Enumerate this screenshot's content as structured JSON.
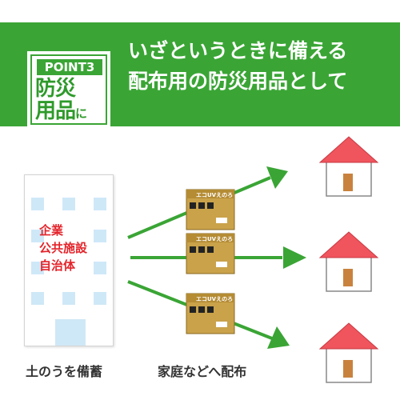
{
  "banner": {
    "badge_label": "POINT3",
    "badge_line1": "防災",
    "badge_line2": "用品",
    "badge_suffix": "に",
    "headline_line1": "いざというときに備える",
    "headline_line2": "配布用の防災用品として",
    "background_color": "#3aa535"
  },
  "building": {
    "organization_lines": [
      "企業",
      "公共施設",
      "自治体"
    ],
    "label_color": "#e3242b",
    "window_color": "#cfe8f7"
  },
  "boxes": {
    "brand_text": "エコUVえのろ",
    "count": 3
  },
  "captions": {
    "left": "土のうを備蓄",
    "right": "家庭などへ配布"
  },
  "colors": {
    "arrow": "#3aa535",
    "roof": "#f0545d",
    "door": "#c8823e"
  },
  "icons": {
    "building": "office-building-icon",
    "box": "cardboard-box-icon",
    "house": "house-icon",
    "arrow": "arrow-icon"
  }
}
